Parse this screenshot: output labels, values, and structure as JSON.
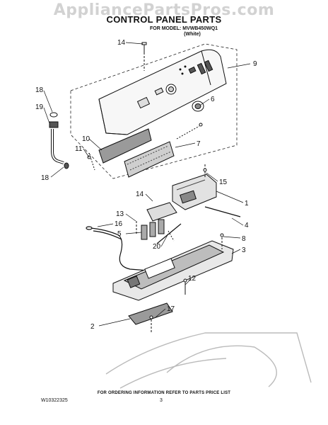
{
  "watermark": "AppliancePartsPros.com",
  "title": "CONTROL PANEL PARTS",
  "model_line": "FOR MODEL: MVWB450WQ1",
  "model_color": "(White)",
  "footer_note": "FOR ORDERING INFORMATION REFER TO PARTS PRICE LIST",
  "doc_number": "W10322325",
  "page_number": "3",
  "callouts": {
    "c14a": "14",
    "c9": "9",
    "c18a": "18",
    "c19": "19",
    "c6": "6",
    "c10": "10",
    "c11": "11",
    "c7": "7",
    "c18b": "18",
    "c15": "15",
    "c14b": "14",
    "c1": "1",
    "c13": "13",
    "c16": "16",
    "c4": "4",
    "c5": "5",
    "c20": "20",
    "c8": "8",
    "c3": "3",
    "c12": "12",
    "c17": "17",
    "c2": "2"
  }
}
